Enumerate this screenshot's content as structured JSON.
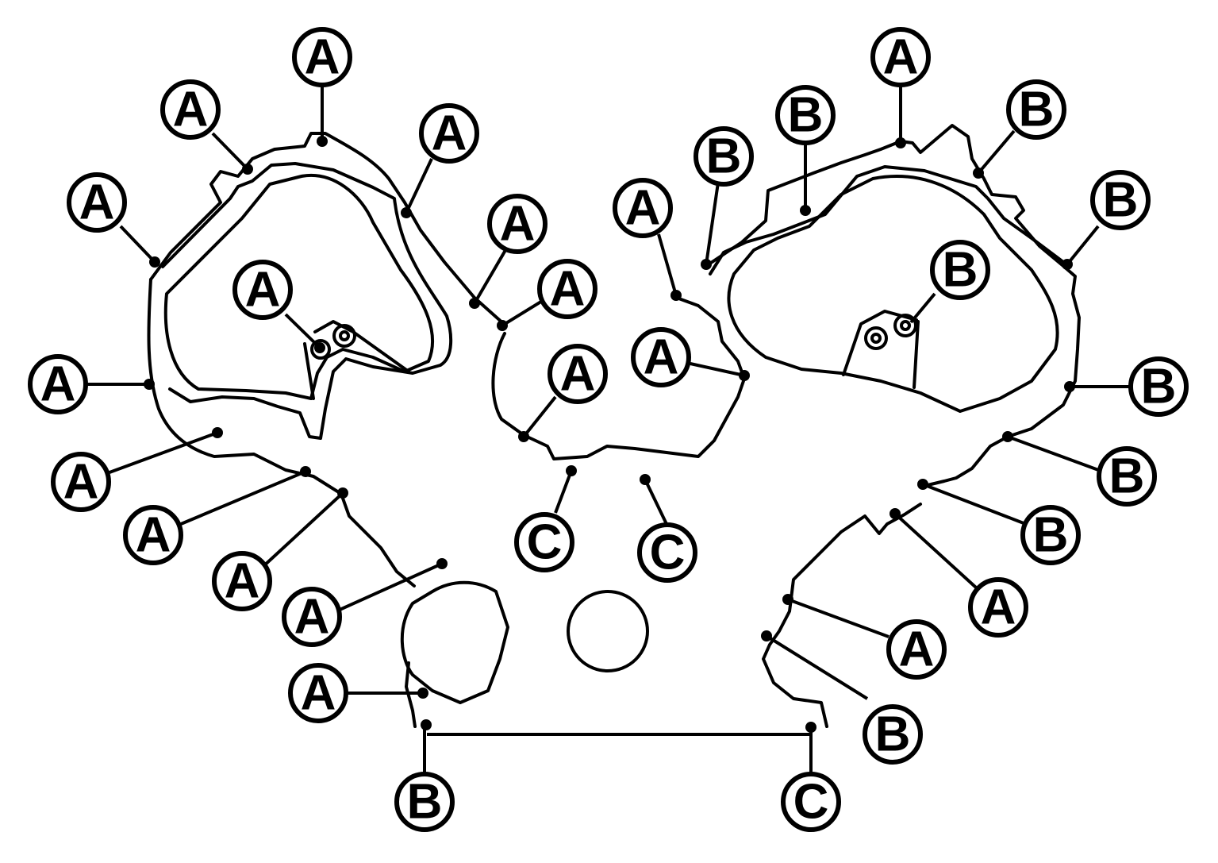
{
  "callouts": [
    {
      "letter": "A"
    },
    {
      "letter": "A"
    },
    {
      "letter": "A"
    },
    {
      "letter": "A"
    },
    {
      "letter": "A"
    },
    {
      "letter": "A"
    },
    {
      "letter": "A"
    },
    {
      "letter": "A"
    },
    {
      "letter": "A"
    },
    {
      "letter": "A"
    },
    {
      "letter": "A"
    },
    {
      "letter": "A"
    },
    {
      "letter": "A"
    },
    {
      "letter": "A"
    },
    {
      "letter": "A"
    },
    {
      "letter": "B"
    },
    {
      "letter": "C"
    },
    {
      "letter": "C"
    },
    {
      "letter": "A"
    },
    {
      "letter": "B"
    },
    {
      "letter": "B"
    },
    {
      "letter": "A"
    },
    {
      "letter": "B"
    },
    {
      "letter": "B"
    },
    {
      "letter": "B"
    },
    {
      "letter": "B"
    },
    {
      "letter": "B"
    },
    {
      "letter": "B"
    },
    {
      "letter": "B"
    },
    {
      "letter": "A"
    },
    {
      "letter": "A"
    },
    {
      "letter": "B"
    },
    {
      "letter": "C"
    }
  ]
}
